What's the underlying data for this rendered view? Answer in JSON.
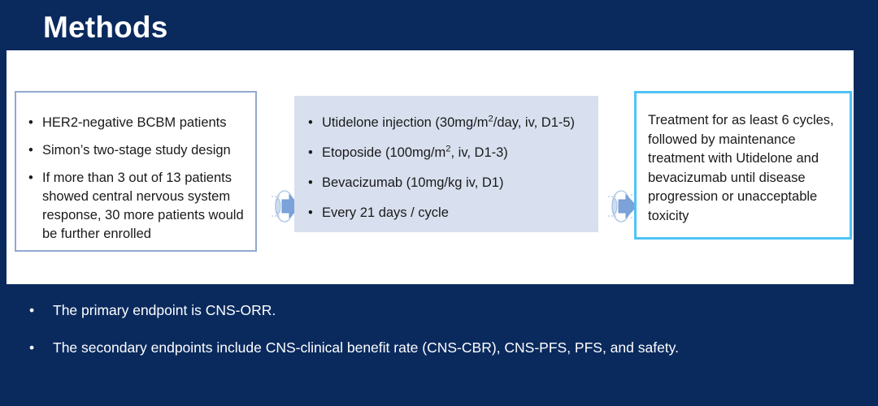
{
  "slide": {
    "title": "Methods",
    "background_color": "#0a2a5e",
    "panel_color": "#ffffff"
  },
  "flow": {
    "boxes": [
      {
        "name": "eligibility",
        "border_color": "#92a9cf",
        "fill_color": "#ffffff",
        "bullets": [
          "HER2-negative BCBM patients",
          "Simon’s two-stage study design",
          "If more than 3 out of 13 patients showed central nervous system response, 30 more patients would be further enrolled"
        ]
      },
      {
        "name": "regimen",
        "border_color": "none",
        "fill_color": "#d8e0ef",
        "bullets_html": [
          "Utidelone injection (30mg/m<sup>2</sup>/day, iv, D1-5)",
          "Etoposide (100mg/m<sup>2</sup>, iv, D1-3)",
          "Bevacizumab (10mg/kg iv, D1)",
          "Every 21 days / cycle"
        ],
        "bullets_text": [
          "Utidelone injection (30mg/m2/day, iv, D1-5)",
          "Etoposide (100mg/m2, iv, D1-3)",
          "Bevacizumab (10mg/kg iv, D1)",
          "Every 21 days / cycle"
        ]
      },
      {
        "name": "maintenance",
        "border_color": "#4fc3f7",
        "fill_color": "#ffffff",
        "paragraph": "Treatment for as least 6 cycles, followed by maintenance treatment with Utidelone and bevacizumab until disease progression or unacceptable toxicity"
      }
    ],
    "connectors": [
      {
        "name": "arrow-1",
        "icon": "right-arrow-icon",
        "color": "#6f9ad6"
      },
      {
        "name": "arrow-2",
        "icon": "right-arrow-icon",
        "color": "#6f9ad6"
      }
    ]
  },
  "endpoints": {
    "bullet_glyph": "•",
    "items": [
      "The primary endpoint is CNS-ORR.",
      "The secondary endpoints include CNS-clinical benefit rate (CNS-CBR), CNS-PFS, PFS, and safety."
    ]
  }
}
